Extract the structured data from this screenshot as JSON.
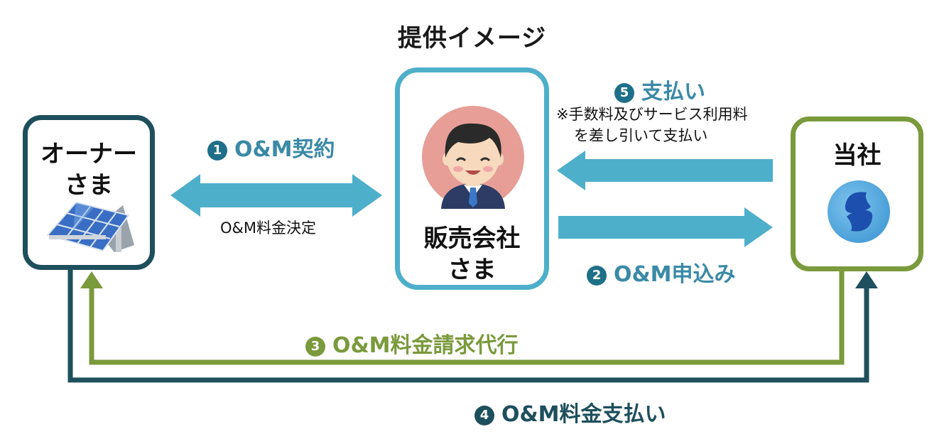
{
  "title": "提供イメージ",
  "owner": {
    "label_line1": "オーナー",
    "label_line2": "さま",
    "icon": "solar-panel-icon"
  },
  "seller": {
    "label_line1": "販売会社",
    "label_line2": "さま",
    "icon": "salesperson-avatar-icon"
  },
  "company": {
    "label": "当社",
    "icon": "company-logo-icon"
  },
  "steps": {
    "s1": {
      "num": "1",
      "label": "O&M契約",
      "note": "O&M料金決定"
    },
    "s2": {
      "num": "2",
      "label": "O&M申込み"
    },
    "s3": {
      "num": "3",
      "label": "O&M料金請求代行"
    },
    "s4": {
      "num": "4",
      "label": "O&M料金支払い"
    },
    "s5": {
      "num": "5",
      "label": "支払い",
      "note_line1": "※手数料及びサービス利用料",
      "note_line2": "を差し引いて支払い"
    }
  },
  "colors": {
    "teal": "#4eafca",
    "dark_teal": "#1e4f5c",
    "green": "#7a9a3c"
  }
}
